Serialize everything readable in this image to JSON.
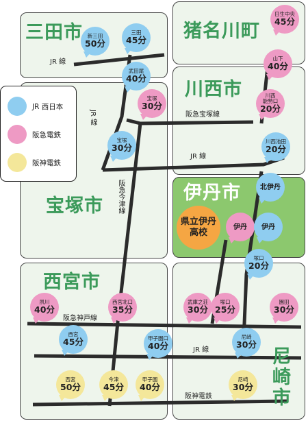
{
  "regions": {
    "sanda": "三田市",
    "inagawa": "猪名川町",
    "kawanishi": "川西市",
    "takarazuka": "宝塚市",
    "itami": "伊丹市",
    "nishinomiya": "西宮市",
    "amagasaki": "尼崎市"
  },
  "legend": {
    "jr": "JR 西日本",
    "hankyu": "阪急電鉄",
    "hanshin": "阪神電鉄"
  },
  "school": {
    "line1": "県立伊丹",
    "line2": "高校"
  },
  "lines": {
    "jr_sanda": "JR 線",
    "jr_vertical": "JR 線",
    "hankyu_takarazuka": "阪急宝塚線",
    "jr_mid": "JR 線",
    "imazu": "阪急今津線",
    "hankyu_kobe": "阪急神戸線",
    "jr_lower": "JR 線",
    "hanshin": "阪神電鉄"
  },
  "stations": {
    "shinsanda": {
      "name": "新三田",
      "time": "50分"
    },
    "sanda": {
      "name": "三田",
      "time": "45分"
    },
    "nissei": {
      "name": "日生中央",
      "time": "45分"
    },
    "yamashita": {
      "name": "山下",
      "time": "40分"
    },
    "takedao": {
      "name": "武田尾",
      "time": "40分"
    },
    "takarazuka_hk": {
      "name": "宝塚",
      "time": "30分"
    },
    "kawanishi_noseguchi": {
      "name": "川西\n能勢口",
      "time": "20分"
    },
    "takarazuka_jr": {
      "name": "宝塚",
      "time": "30分"
    },
    "kawanishiikeda": {
      "name": "川西池田",
      "time": "20分"
    },
    "kitaitami": {
      "name": "北伊丹"
    },
    "itami_hk": {
      "name": "伊丹"
    },
    "itami_jr": {
      "name": "伊丹"
    },
    "tsukaguchi_jr": {
      "name": "塚口",
      "time": "20分"
    },
    "shukugawa": {
      "name": "夙川",
      "time": "40分"
    },
    "nishinomiyakitaguchi": {
      "name": "西宮北口",
      "time": "35分"
    },
    "mukonoso": {
      "name": "武庫之荘",
      "time": "30分"
    },
    "tsukaguchi_hk": {
      "name": "塚口",
      "time": "25分"
    },
    "sonoda": {
      "name": "園田",
      "time": "30分"
    },
    "nishinomiya_jr": {
      "name": "西宮",
      "time": "45分"
    },
    "koshienguchi": {
      "name": "甲子園口",
      "time": "40分"
    },
    "amagasaki_jr": {
      "name": "尼崎",
      "time": "30分"
    },
    "nishinomiya_hs": {
      "name": "西宮",
      "time": "50分"
    },
    "imazu": {
      "name": "今津",
      "time": "45分"
    },
    "koshien": {
      "name": "甲子園",
      "time": "40分"
    },
    "amagasaki_hs": {
      "name": "尼崎",
      "time": "30分"
    }
  },
  "colors": {
    "jr": "#8fcdf0",
    "hankyu": "#ee9ac4",
    "hanshin": "#f4e79a",
    "region_text": "#3b9a5a",
    "itami_bg": "#8cc86e",
    "school": "#f5a643",
    "rail": "#2b2b2b"
  }
}
